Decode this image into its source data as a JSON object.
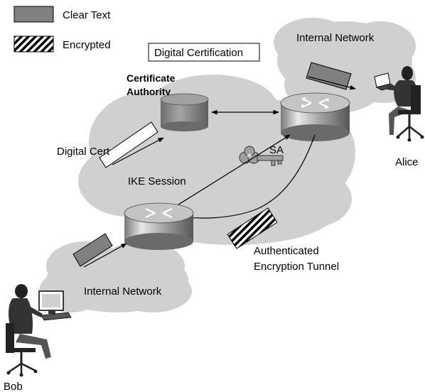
{
  "legend": {
    "clear_text": "Clear Text",
    "encrypted": "Encrypted"
  },
  "labels": {
    "digital_certification": "Digital Certification",
    "internal_network_top": "Internal Network",
    "internal_network_bottom": "Internal Network",
    "ca_line1": "Certificate",
    "ca_line2": "Authority",
    "digital_cert": "Digital Cert",
    "sa": "SA",
    "ike_session": "IKE Session",
    "tunnel_line1": "Authenticated",
    "tunnel_line2": "Encryption Tunnel",
    "alice": "Alice",
    "bob": "Bob"
  },
  "colors": {
    "cloud_fill": "#d0d0d0",
    "clear_text_fill": "#808080",
    "router_fill": "#b0b0b0",
    "ca_fill": "#8a8a8a"
  },
  "icons": [
    "router-icon",
    "database-icon",
    "key-icon",
    "person-at-computer-icon",
    "envelope-icon"
  ]
}
